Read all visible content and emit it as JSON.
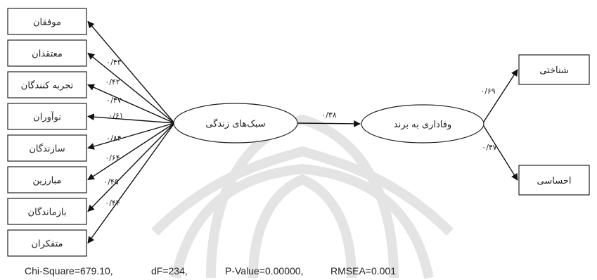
{
  "indicators": [
    {
      "label": "موفقان",
      "coef": "۰/۴۳"
    },
    {
      "label": "معتقدان",
      "coef": "۰/۴۲"
    },
    {
      "label": "تجربه کنندگان",
      "coef": "۰/۴۷"
    },
    {
      "label": "نوآوران",
      "coef": "۰/۶۱"
    },
    {
      "label": "سازندگان",
      "coef": "۰/۸۴"
    },
    {
      "label": "مبارزین",
      "coef": "۰/۶۴"
    },
    {
      "label": "بازماندگان",
      "coef": "۰/۴۵"
    },
    {
      "label": "متفکران",
      "coef": "۰/۴۴"
    }
  ],
  "latent_left": "سبک‌های زندگی",
  "latent_right": "وفاداری به برند",
  "path_coef": "۰/۳۸",
  "outcomes": [
    {
      "label": "شناختی",
      "coef": "۰/۶۹"
    },
    {
      "label": "احساسی",
      "coef": "۰/۴۷"
    }
  ],
  "fit_stats": {
    "chi_square": "Chi-Square=679.10,",
    "df": "dF=234,",
    "p_value": "P-Value=0.00000,",
    "rmsea": "RMSEA=0.001"
  }
}
